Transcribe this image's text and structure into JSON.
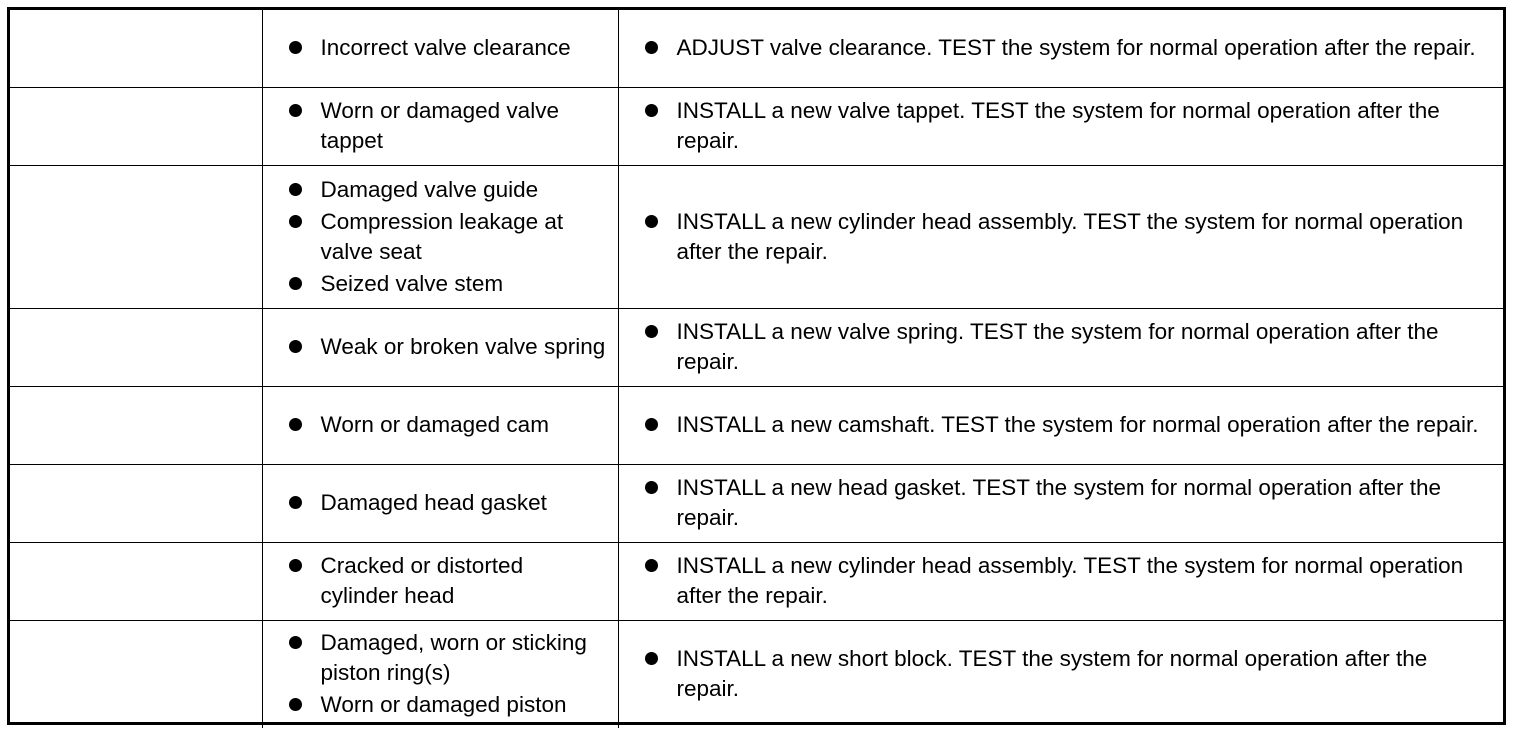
{
  "rows": [
    {
      "symptom": "",
      "causes": [
        "Incorrect valve clearance"
      ],
      "remedy": "ADJUST valve clearance. TEST the system for normal operation after the repair."
    },
    {
      "symptom": "",
      "causes": [
        "Worn or damaged valve tappet"
      ],
      "remedy": "INSTALL a new valve tappet. TEST the system for normal operation after the repair."
    },
    {
      "symptom": "",
      "causes": [
        "Damaged valve guide",
        "Compression leakage at valve seat",
        "Seized valve stem"
      ],
      "remedy": "INSTALL a new cylinder head assembly. TEST the system for normal operation after the repair."
    },
    {
      "symptom": "",
      "causes": [
        "Weak or broken valve spring"
      ],
      "remedy": "INSTALL a new valve spring. TEST the system for normal operation after the repair."
    },
    {
      "symptom": "",
      "causes": [
        "Worn or damaged cam"
      ],
      "remedy": "INSTALL a new camshaft. TEST the system for normal operation after the repair."
    },
    {
      "symptom": "",
      "causes": [
        "Damaged head gasket"
      ],
      "remedy": "INSTALL a new head gasket. TEST the system for normal operation after the repair."
    },
    {
      "symptom": "",
      "causes": [
        "Cracked or distorted cylinder head"
      ],
      "remedy": "INSTALL a new cylinder head assembly. TEST the system for normal operation after the repair."
    },
    {
      "symptom": "",
      "causes": [
        "Damaged, worn or sticking piston ring(s)",
        "Worn or damaged piston"
      ],
      "remedy": "INSTALL a new short block. TEST the system for normal operation after the repair."
    }
  ]
}
